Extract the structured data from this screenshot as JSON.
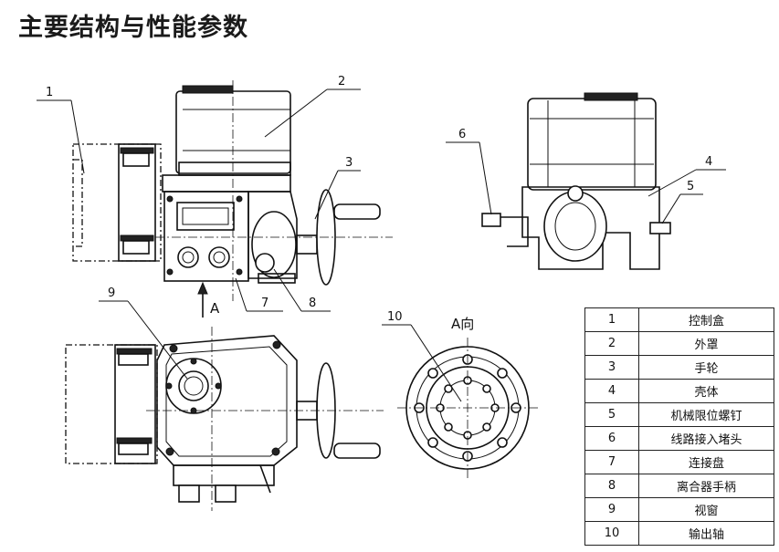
{
  "title": "主要结构与性能参数",
  "view_labels": {
    "arrow": "A",
    "view": "A向"
  },
  "callouts": [
    "1",
    "2",
    "3",
    "4",
    "5",
    "6",
    "7",
    "8",
    "9",
    "10"
  ],
  "parts": [
    {
      "no": "1",
      "name": "控制盒"
    },
    {
      "no": "2",
      "name": "外罩"
    },
    {
      "no": "3",
      "name": "手轮"
    },
    {
      "no": "4",
      "name": "壳体"
    },
    {
      "no": "5",
      "name": "机械限位螺钉"
    },
    {
      "no": "6",
      "name": "线路接入堵头"
    },
    {
      "no": "7",
      "name": "连接盘"
    },
    {
      "no": "8",
      "name": "离合器手柄"
    },
    {
      "no": "9",
      "name": "视窗"
    },
    {
      "no": "10",
      "name": "输出轴"
    }
  ]
}
